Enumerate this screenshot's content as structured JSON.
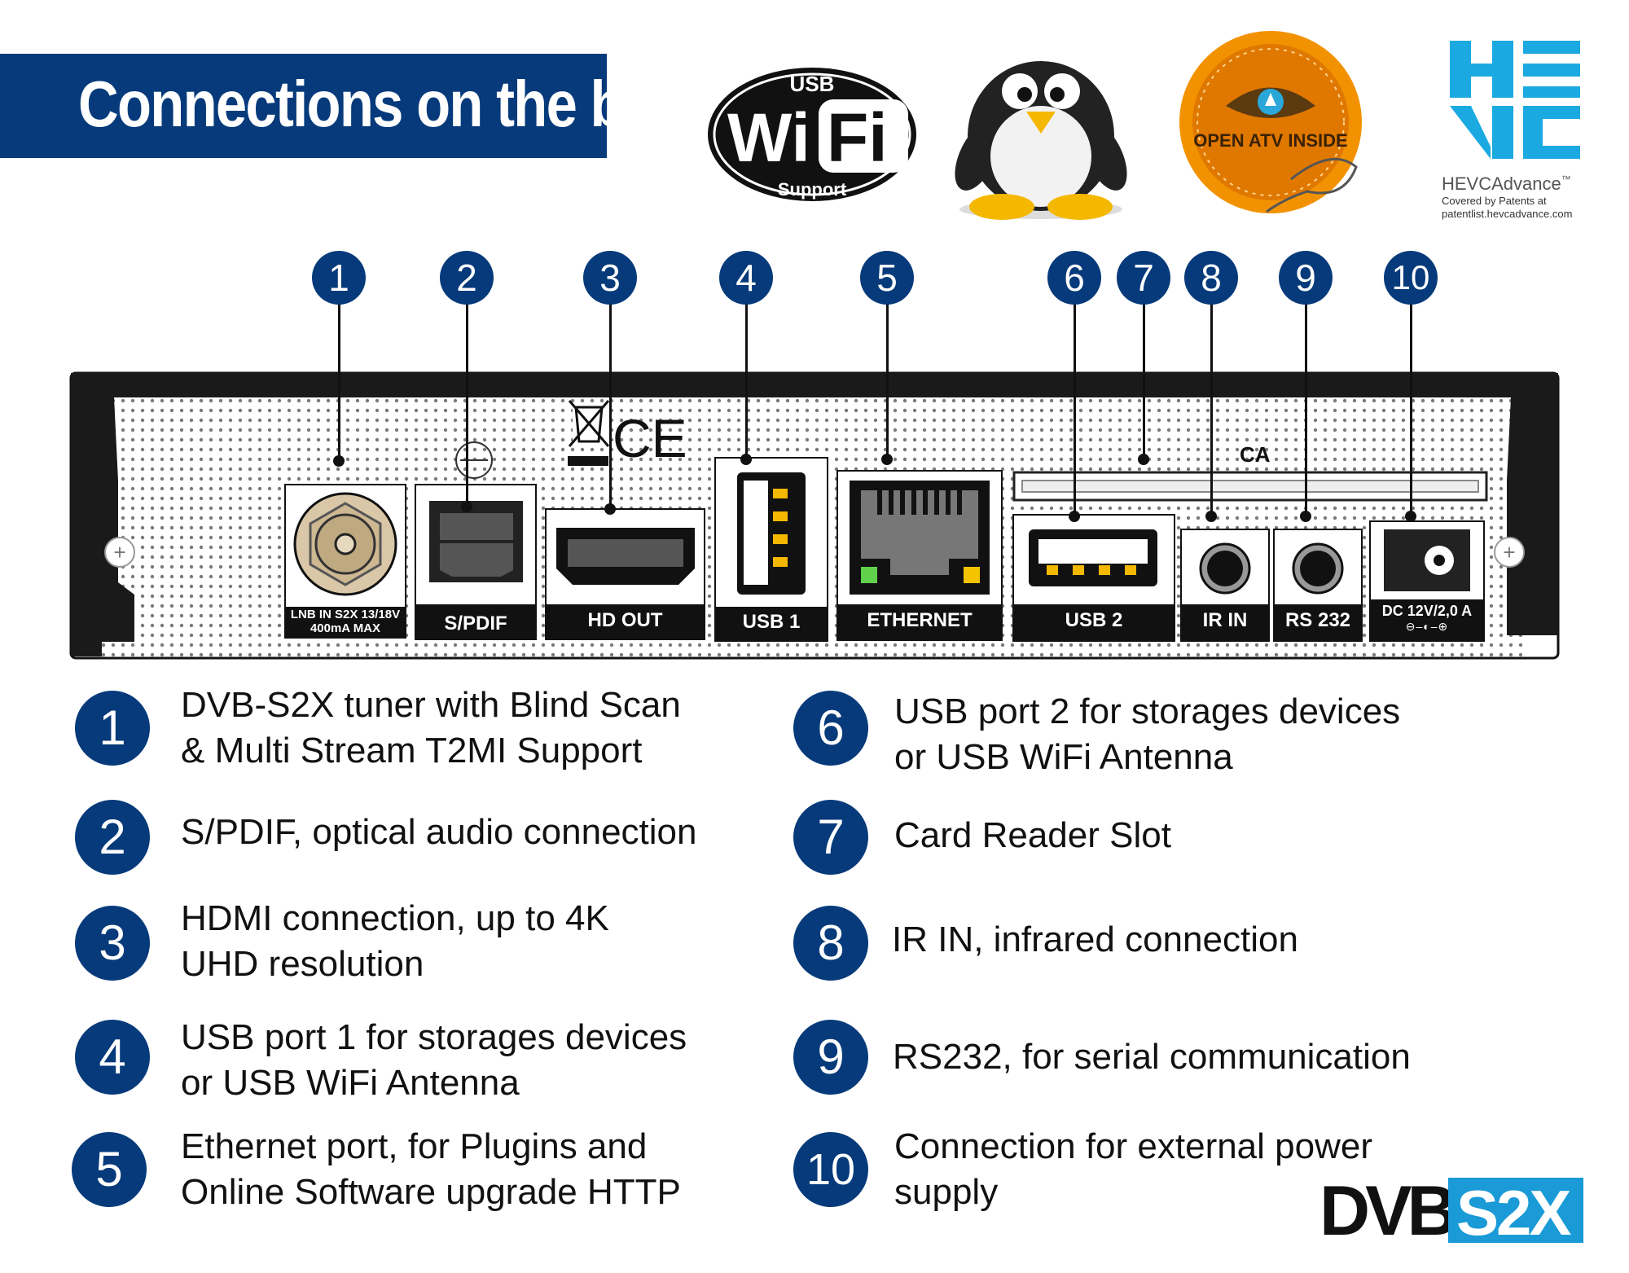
{
  "title": "Connections on the back",
  "logos": {
    "wifi": {
      "top": "USB",
      "main_left": "Wi",
      "main_right": "Fi",
      "bottom": "Support"
    },
    "openatv": "OPEN ATV INSIDE",
    "hevc": {
      "brand": "HEVCAdvance",
      "tm": "™",
      "note_line1": "Covered by Patents at",
      "note_line2": "patentlist.hevcadvance.com"
    },
    "dvb": {
      "left": "DVB",
      "right": "S2X"
    }
  },
  "callouts": [
    "1",
    "2",
    "3",
    "4",
    "5",
    "6",
    "7",
    "8",
    "9",
    "10"
  ],
  "panel": {
    "ca_label": "CA",
    "ce_mark": "CE",
    "ports": {
      "lnb_line1": "LNB IN S2X 13/18V",
      "lnb_line2": "400mA MAX",
      "spdif": "S/PDIF",
      "hdout": "HD OUT",
      "usb1": "USB 1",
      "ethernet": "ETHERNET",
      "usb2": "USB 2",
      "irin": "IR IN",
      "rs232": "RS 232",
      "dc": "DC 12V/2,0 A"
    }
  },
  "legend": [
    {
      "num": "1",
      "lines": [
        "DVB-S2X tuner with Blind Scan",
        "& Multi Stream T2MI Support"
      ]
    },
    {
      "num": "2",
      "lines": [
        "S/PDIF, optical audio connection"
      ]
    },
    {
      "num": "3",
      "lines": [
        "HDMI connection, up to 4K",
        "UHD resolution"
      ]
    },
    {
      "num": "4",
      "lines": [
        "USB port 1 for storages devices",
        "or USB WiFi Antenna"
      ]
    },
    {
      "num": "5",
      "lines": [
        "Ethernet port, for Plugins and",
        "Online Software upgrade HTTP"
      ]
    },
    {
      "num": "6",
      "lines": [
        "USB port 2 for storages devices",
        "or USB WiFi Antenna"
      ]
    },
    {
      "num": "7",
      "lines": [
        "Card Reader Slot"
      ]
    },
    {
      "num": "8",
      "lines": [
        "IR IN, infrared connection"
      ]
    },
    {
      "num": "9",
      "lines": [
        "RS232, for serial communication"
      ]
    },
    {
      "num": "10",
      "lines": [
        "Connection for external power",
        "supply"
      ]
    }
  ],
  "colors": {
    "brand_blue": "#063a7a",
    "hevc_cyan": "#1ba9e1",
    "dvb_blue": "#1a9ad6",
    "atv_orange": "#f39200"
  }
}
